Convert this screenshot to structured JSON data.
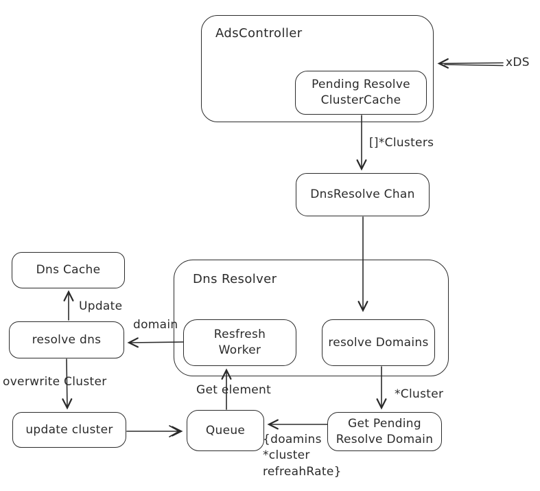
{
  "diagram": {
    "background_color": "#ffffff",
    "stroke_color": "#2a2a2a",
    "nodes": {
      "ads_controller": "AdsController",
      "pending_resolve_cluster_cache": "Pending Resolve\nClusterCache",
      "dns_resolve_chan": "DnsResolve Chan",
      "dns_resolver": "Dns Resolver",
      "resfresh_worker": "Resfresh\nWorker",
      "resolve_domains": "resolve Domains",
      "dns_cache": "Dns Cache",
      "resolve_dns": "resolve dns",
      "update_cluster": "update cluster",
      "queue": "Queue",
      "get_pending_resolve_domain": "Get Pending\nResolve Domain"
    },
    "edge_labels": {
      "xds": "xDS",
      "clusters": "[]*Clusters",
      "update": "Update",
      "domain": "domain",
      "overwrite_cluster": "overwrite Cluster",
      "get_element": "Get element",
      "cluster": "*Cluster",
      "queue_payload": "{doamins\n*cluster\nrefreahRate}"
    }
  }
}
